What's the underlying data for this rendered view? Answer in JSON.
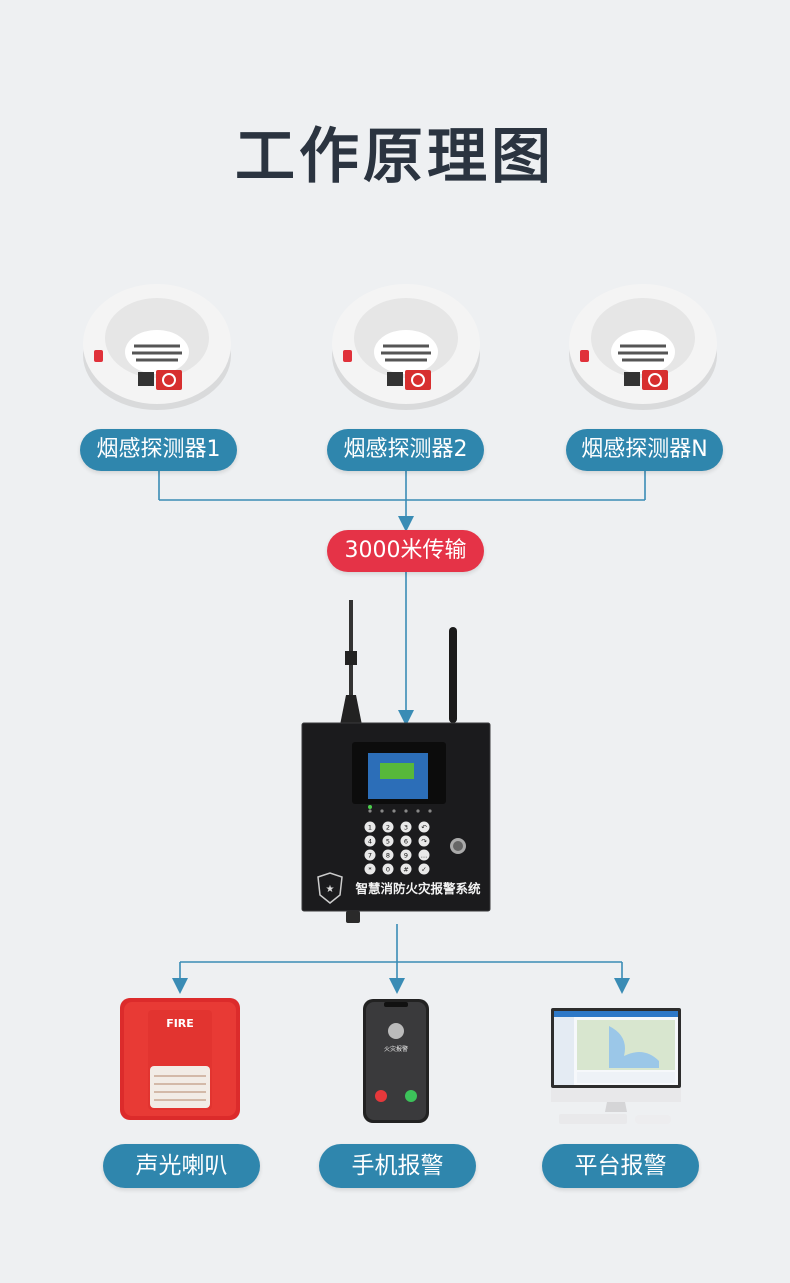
{
  "title": "工作原理图",
  "detectors": [
    {
      "label": "烟感探测器1"
    },
    {
      "label": "烟感探测器2"
    },
    {
      "label": "烟感探测器N"
    }
  ],
  "transmission_label": "3000米传输",
  "controller": {
    "panel_label": "智慧消防火灾报警系统",
    "keypad_keys": [
      "1",
      "2",
      "3",
      "↶",
      "4",
      "5",
      "6",
      "↷",
      "7",
      "8",
      "9",
      "…",
      "*",
      "0",
      "#",
      "✓"
    ]
  },
  "outputs": [
    {
      "label": "声光喇叭",
      "sign_text": "FIRE"
    },
    {
      "label": "手机报警",
      "screen_text": "火灾报警"
    },
    {
      "label": "平台报警"
    }
  ],
  "colors": {
    "pill_blue": "#2f86ad",
    "pill_red": "#e53347",
    "line": "#3a8cb5",
    "background": "#eef0f2"
  }
}
